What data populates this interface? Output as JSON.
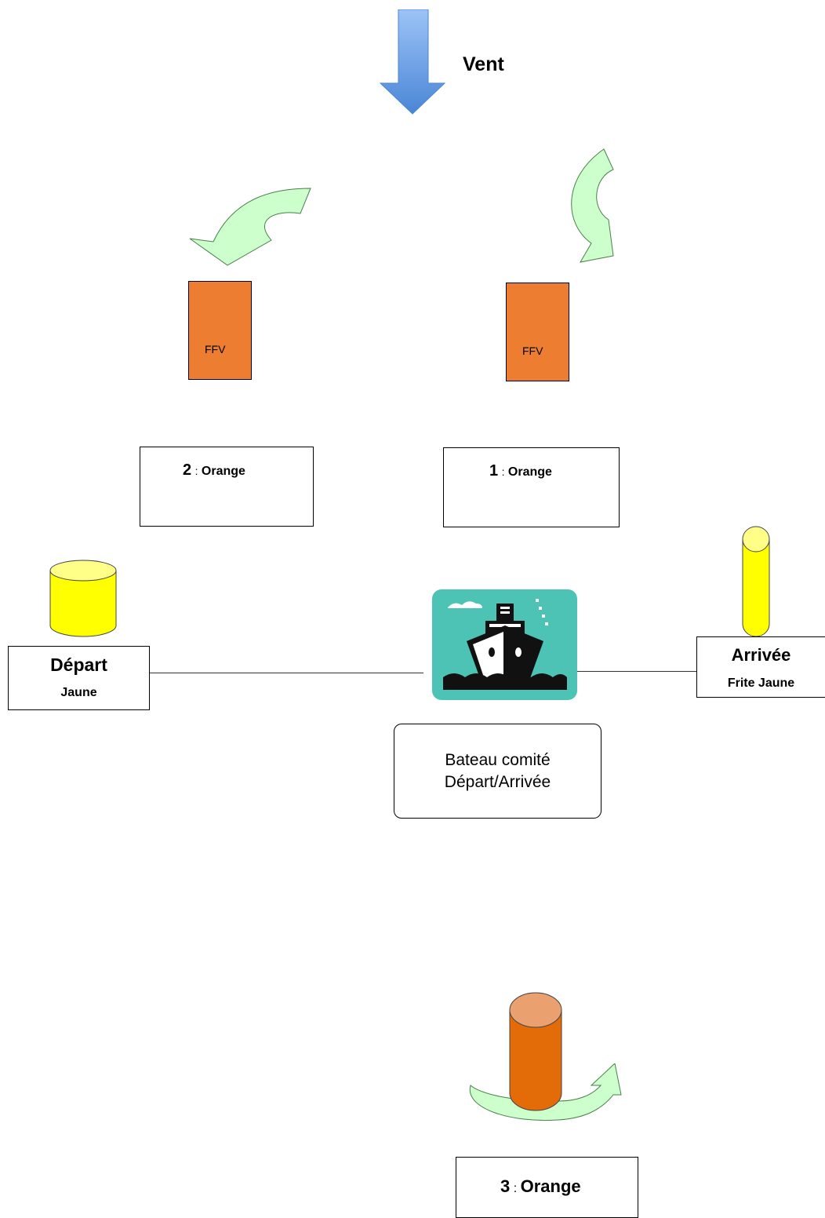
{
  "wind": {
    "label": "Vent",
    "icon": "down-arrow-icon"
  },
  "marks": [
    {
      "id": "mark-1",
      "flag_text": "FFV",
      "number": "1",
      "separator": ":",
      "color": "Orange"
    },
    {
      "id": "mark-2",
      "flag_text": "FFV",
      "number": "2",
      "separator": ":",
      "color": "Orange"
    },
    {
      "id": "mark-3",
      "number": "3",
      "separator": ":",
      "color": "Orange"
    }
  ],
  "start": {
    "title": "Départ",
    "subtitle": "Jaune"
  },
  "finish": {
    "title": "Arrivée",
    "subtitle": "Frite Jaune"
  },
  "committee_boat": {
    "line1": "Bateau comité",
    "line2": "Départ/Arrivée",
    "icon": "ship-icon"
  },
  "colors": {
    "wind_arrow_top": "#9dc3f7",
    "wind_arrow_bottom": "#4a86d6",
    "flag": "#ed7d31",
    "buoy_yellow": "#ffff00",
    "buoy_yellow_top": "#ffff88",
    "buoy_orange": "#e36c09",
    "buoy_orange_top": "#eba070",
    "rounding_arrow": "#ccffcc",
    "ship_bg": "#4cc3b5"
  }
}
